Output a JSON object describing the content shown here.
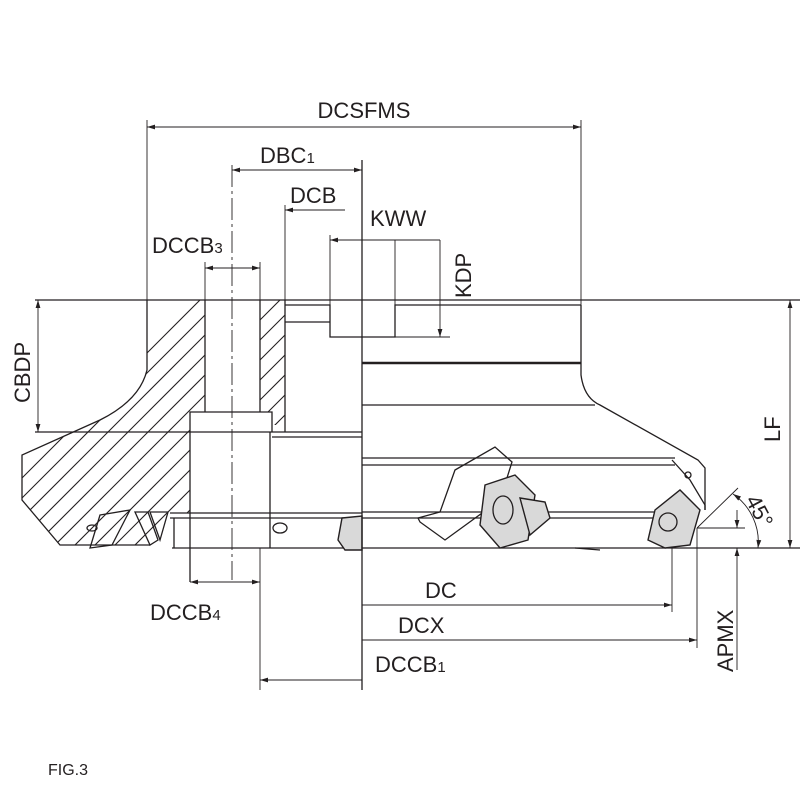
{
  "figure": {
    "caption": "FIG.3",
    "dimensions": {
      "dcsfms": "DCSFMS",
      "dbc1": {
        "base": "DBC",
        "sub": "1"
      },
      "dcb": "DCB",
      "kww": "KWW",
      "dccb3": {
        "base": "DCCB",
        "sub": "3"
      },
      "kdp": "KDP",
      "cbdp": "CBDP",
      "lf": "LF",
      "angle": "45°",
      "dc": "DC",
      "dcx": "DCX",
      "dccb1": {
        "base": "DCCB",
        "sub": "1"
      },
      "dccb4": {
        "base": "DCCB",
        "sub": "4"
      },
      "apmx": "APMX"
    }
  }
}
